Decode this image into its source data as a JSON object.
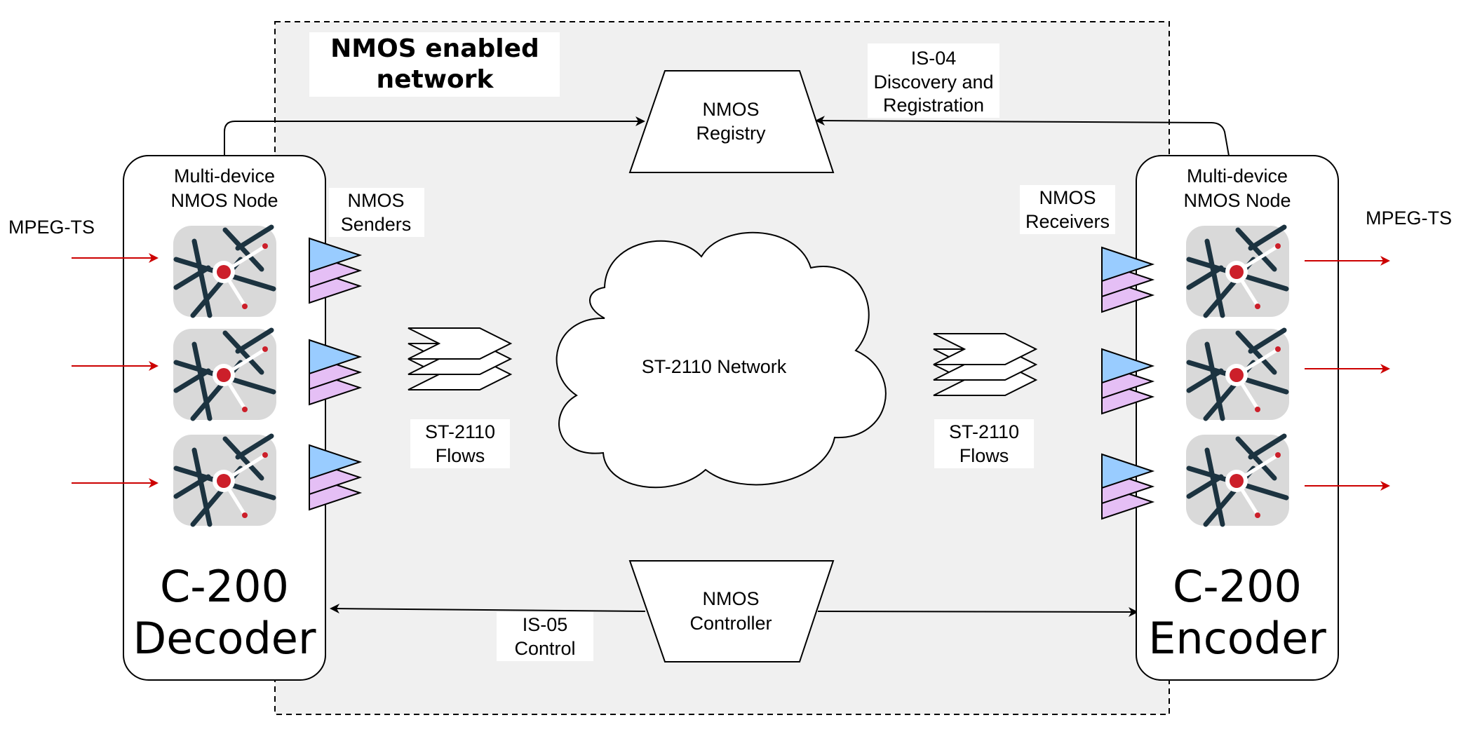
{
  "network": {
    "title_line1": "NMOS enabled",
    "title_line2": "network"
  },
  "registry": {
    "line1": "NMOS",
    "line2": "Registry"
  },
  "controller": {
    "line1": "NMOS",
    "line2": "Controller"
  },
  "is04": {
    "line1": "IS-04",
    "line2": "Discovery and",
    "line3": "Registration"
  },
  "is05": {
    "line1": "IS-05",
    "line2": "Control"
  },
  "cloud": {
    "label": "ST-2110 Network"
  },
  "decoder": {
    "node_line1": "Multi-device",
    "node_line2": "NMOS Node",
    "name_line1": "C-200",
    "name_line2": "Decoder",
    "input_label": "MPEG-TS",
    "endpoints_line1": "NMOS",
    "endpoints_line2": "Senders",
    "flows_line1": "ST-2110",
    "flows_line2": "Flows"
  },
  "encoder": {
    "node_line1": "Multi-device",
    "node_line2": "NMOS Node",
    "name_line1": "C-200",
    "name_line2": "Encoder",
    "output_label": "MPEG-TS",
    "endpoints_line1": "NMOS",
    "endpoints_line2": "Receivers",
    "flows_line1": "ST-2110",
    "flows_line2": "Flows"
  },
  "colors": {
    "arrow_red": "#cc0000",
    "network_bg": "#f0f0f0",
    "endpoint_blue": "#99ccff",
    "endpoint_pink": "#e5bff5",
    "device_bg": "#d9d9d9",
    "device_lines": "#1c3340",
    "device_dot": "#cc1f2a"
  },
  "icons": {
    "device": "router-icon",
    "endpoint": "stacked-triangle-icon",
    "flow": "stacked-chevron-icon"
  }
}
